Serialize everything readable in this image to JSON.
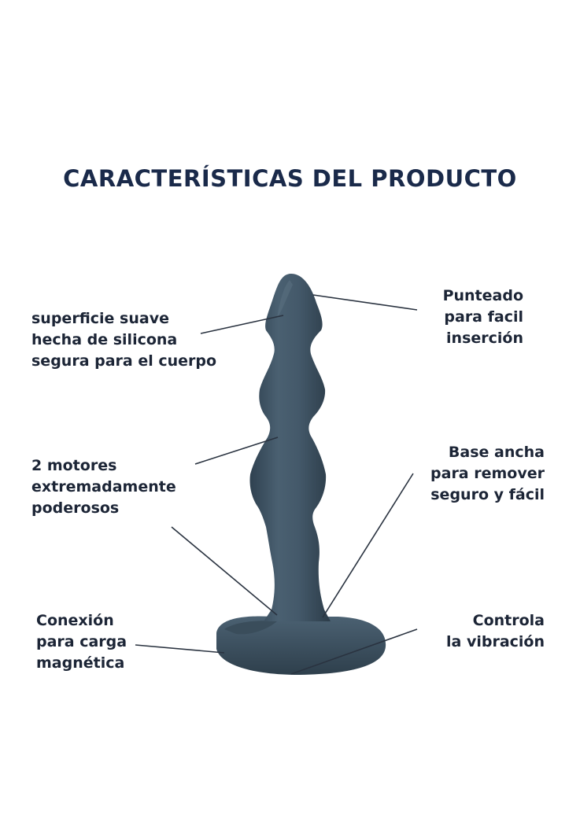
{
  "title": "CARACTERÍSTICAS DEL PRODUCTO",
  "colors": {
    "title": "#1a2a4a",
    "text": "#1c2536",
    "product": "#3f5566",
    "product_highlight": "#5a7080",
    "product_shadow": "#2c3d4a",
    "leader_lines": "#2a3340"
  },
  "features": {
    "smooth_surface": [
      "superficie suave",
      "hecha de silicona",
      "segura para el cuerpo"
    ],
    "motors": [
      "2 motores",
      "extremadamente",
      "poderosos"
    ],
    "magnetic_charging": [
      "Conexión",
      "para carga",
      "magnética"
    ],
    "tip": [
      "Punteado",
      "para facil",
      "inserción"
    ],
    "wide_base": [
      "Base ancha",
      "para remover",
      "seguro y fácil"
    ],
    "vibration_control": [
      "Controla",
      "la vibración"
    ]
  }
}
